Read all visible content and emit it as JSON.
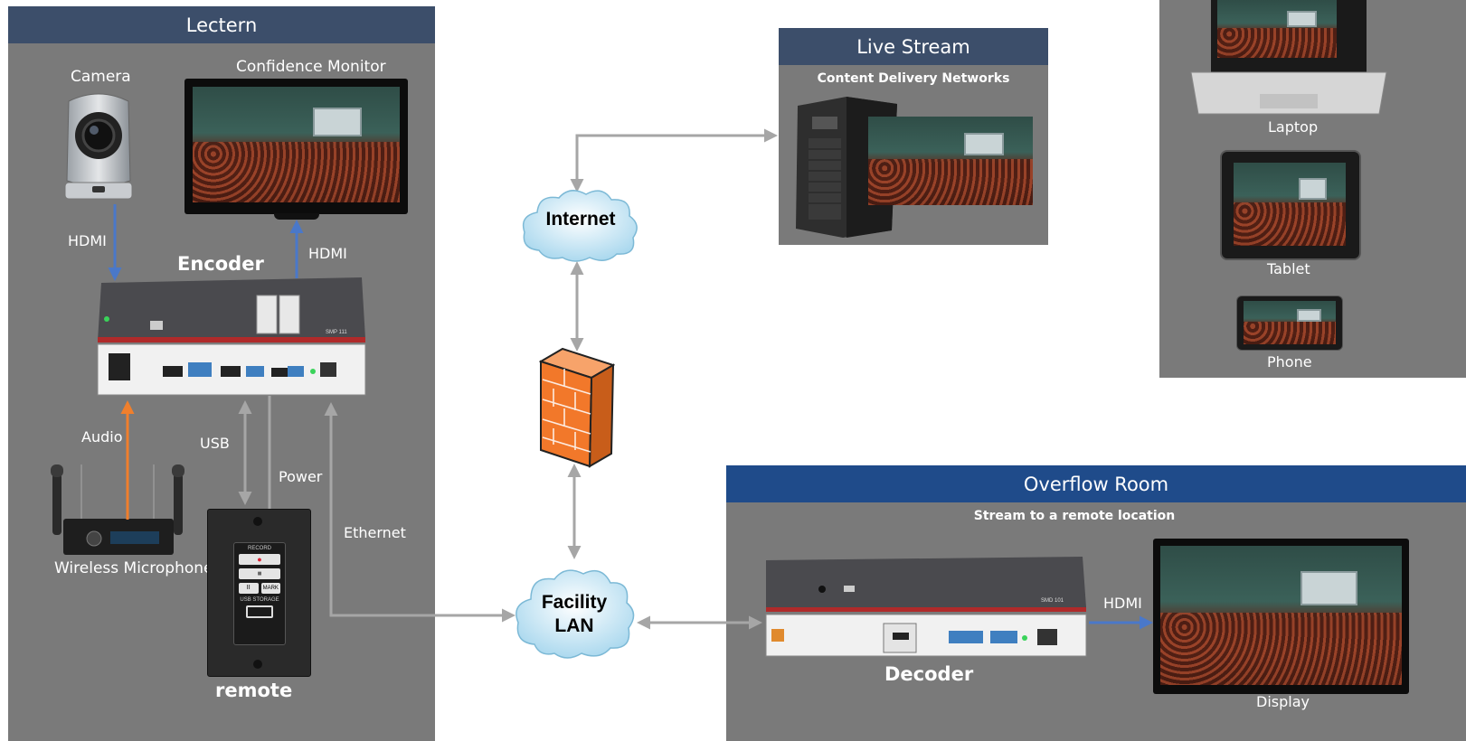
{
  "lectern": {
    "title": "Lectern",
    "camera": "Camera",
    "confidence_monitor": "Confidence Monitor",
    "encoder": "Encoder",
    "remote": "remote",
    "wireless_microphone": "Wireless Microphone",
    "encoder_model": "SMP 111",
    "remote_buttons": {
      "record": "RECORD",
      "mark": "MARK",
      "usb": "USB STORAGE"
    }
  },
  "connections": {
    "camera_hdmi": "HDMI",
    "monitor_hdmi": "HDMI",
    "audio": "Audio",
    "usb": "USB",
    "power": "Power",
    "ethernet": "Ethernet",
    "display_hdmi": "HDMI"
  },
  "network": {
    "internet": "Internet",
    "facility_lan_line1": "Facility",
    "facility_lan_line2": "LAN"
  },
  "live_stream": {
    "title": "Live Stream",
    "subtitle": "Content Delivery Networks"
  },
  "devices": {
    "laptop": "Laptop",
    "tablet": "Tablet",
    "phone": "Phone"
  },
  "overflow_room": {
    "title": "Overflow Room",
    "subtitle": "Stream to a remote location",
    "decoder": "Decoder",
    "decoder_model": "SMD 101",
    "display": "Display"
  },
  "colors": {
    "panel_gray": "#7a7a7a",
    "lectern_header": "#3c4e6a",
    "overflow_header": "#1f4b8a",
    "hdmi_arrow": "#4a78c9",
    "audio_arrow": "#f07f2c",
    "network_arrow": "#a6a6a6",
    "cloud": "#bfe3f3",
    "firewall": "#f2782a"
  }
}
